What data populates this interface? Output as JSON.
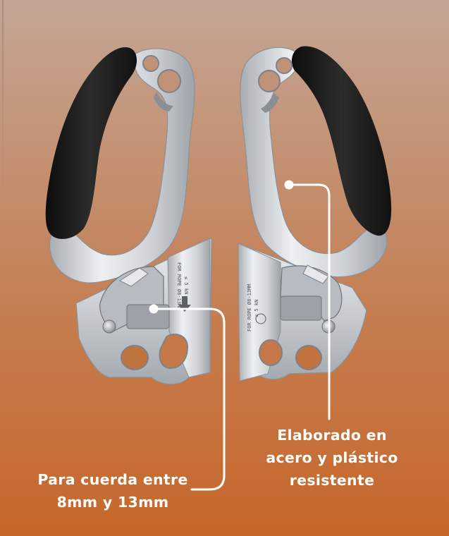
{
  "callouts": {
    "rope": {
      "line1": "Para cuerda entre",
      "line2": "8mm y 13mm"
    },
    "material": {
      "line1": "Elaborado en",
      "line2": "acero y plástico",
      "line3": "resistente"
    }
  },
  "engraving": {
    "label": "FOR ROPE Ø8-13MM",
    "load": "≤ 5 kN"
  },
  "colors": {
    "background_top": "#c5a595",
    "background_bottom": "#c7672a",
    "steel": "#d4d7db",
    "grip": "#1f1f1f",
    "callout_line": "#ffffff"
  }
}
